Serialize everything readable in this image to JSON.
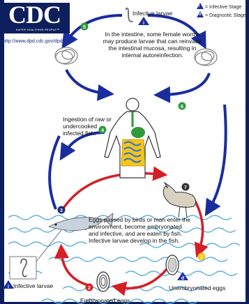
{
  "header": {
    "logo_text": "CDC",
    "logo_tagline": "SAFER·HEALTHIER·PEOPLE™",
    "url": "http://www.dpd.cdc.gov/dpdx"
  },
  "legend": {
    "infective_stage": "= Infective Stage",
    "diagnostic_stage": "= Diagnostic Stage",
    "infective_marker": "i",
    "diagnostic_marker": "d"
  },
  "stages": [
    {
      "number": "1",
      "color": "#f5c518"
    },
    {
      "number": "2",
      "color": "#d41f26"
    },
    {
      "number": "3",
      "color": "#1a2d7a"
    },
    {
      "number": "4",
      "color": "#2e9a3a"
    },
    {
      "number": "5",
      "color": "#2e9a3a"
    },
    {
      "number": "6",
      "color": "#2e9a3a"
    },
    {
      "number": "7",
      "color": "#333333"
    }
  ],
  "labels": {
    "infective_larvae_top": "Infective larvae",
    "intestine_text": "In the intestine, some female worms may produce larvae that can reinvade the intestinal mucosa, resulting in internal autoreinfection.",
    "ingestion_text": "Ingestion of raw or undercooked infected fish.",
    "eggs_passed_text": "Eggs passed by birds or man enter the environment, become embryonated and infective, and are eaten by fish.  Infective larvae develop in the fish.",
    "infective_larvae_bottom": "Infective larvae",
    "unembryonated_eggs": "Unembryonated eggs",
    "embryonated_eggs": "Embryonated eggs"
  },
  "colors": {
    "frame": "#0d1f5c",
    "human_cycle_arrow": "#1a2d9e",
    "environment_arrow": "#d41f26",
    "water": "#5aaee0"
  }
}
